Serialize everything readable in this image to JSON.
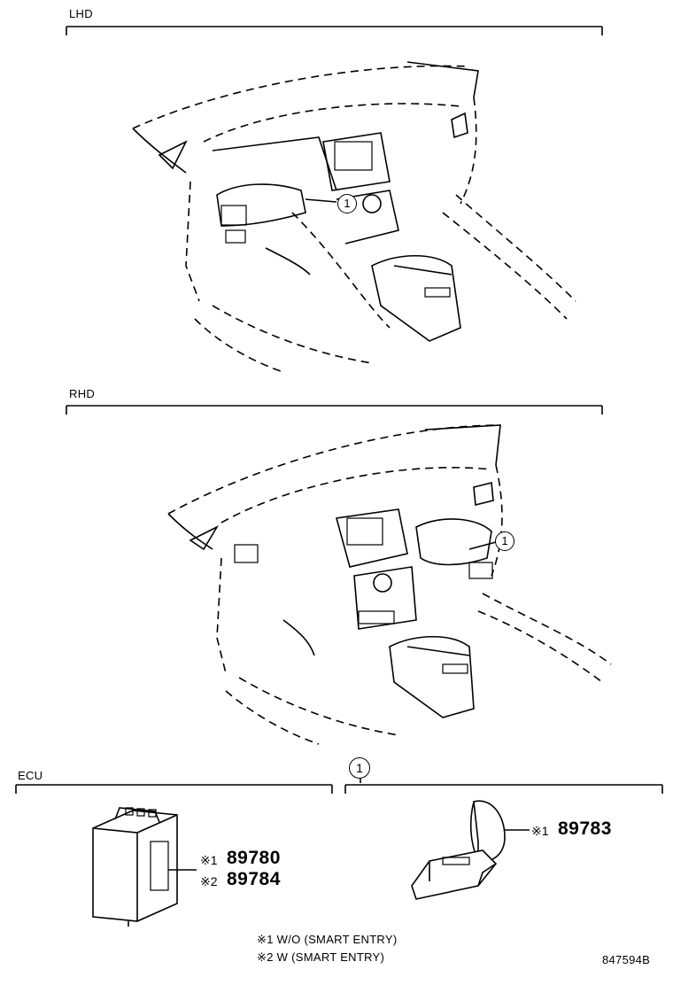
{
  "sections": {
    "lhd": {
      "label": "LHD",
      "callout": "1"
    },
    "rhd": {
      "label": "RHD",
      "callout": "1"
    },
    "ecu": {
      "label": "ECU"
    },
    "part1": {
      "callout": "1"
    }
  },
  "parts": {
    "ecu_part_a": {
      "mark": "※1",
      "number": "89780"
    },
    "ecu_part_b": {
      "mark": "※2",
      "number": "89784"
    },
    "sensor_part": {
      "mark": "※1",
      "number": "89783"
    }
  },
  "notes": [
    {
      "mark": "※1",
      "text": "W/O (SMART ENTRY)"
    },
    {
      "mark": "※2",
      "text": "W (SMART ENTRY)"
    }
  ],
  "diagram_id": "847594B",
  "icons": {
    "ecu": "ecu-module-icon",
    "sensor": "sensor-bracket-icon",
    "dashboard": "dashboard-outline-icon"
  }
}
